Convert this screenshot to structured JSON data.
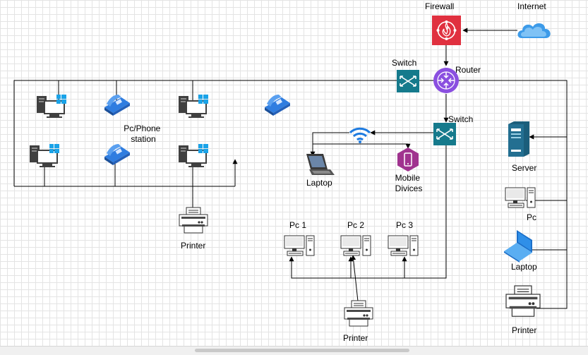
{
  "labels": {
    "firewall": "Firewall",
    "internet": "Internet",
    "switch_top": "Switch",
    "router": "Router",
    "switch_mid": "Switch",
    "pc_phone_line1": "Pc/Phone",
    "pc_phone_line2": "station",
    "laptop_wifi": "Laptop",
    "mobile_line1": "Mobile",
    "mobile_line2": "Divices",
    "server": "Server",
    "pc_right": "Pc",
    "laptop_right": "Laptop",
    "printer_right": "Printer",
    "printer_left": "Printer",
    "printer_bottom": "Printer",
    "pc1": "Pc 1",
    "pc2": "Pc 2",
    "pc3": "Pc 3"
  },
  "colors": {
    "firewall": "#e0303f",
    "switch": "#157a8c",
    "router": "#8a4fe0",
    "cloud": "#3d9be9",
    "wifi": "#1e7be0",
    "mobile": "#a0338f",
    "server": "#1b5e7b",
    "phone": "#2f7de0",
    "laptop_right": "#2f8fe8"
  },
  "icons": {
    "firewall": "firewall-icon",
    "internet": "cloud-icon",
    "router": "router-icon",
    "switch": "switch-icon",
    "wifi": "wifi-icon",
    "mobile": "mobile-phone-icon",
    "server": "server-icon",
    "workstation": "windows-workstation-icon",
    "ip_phone": "ip-phone-icon",
    "printer": "printer-icon",
    "desktop": "desktop-pc-icon",
    "laptop": "laptop-icon"
  }
}
